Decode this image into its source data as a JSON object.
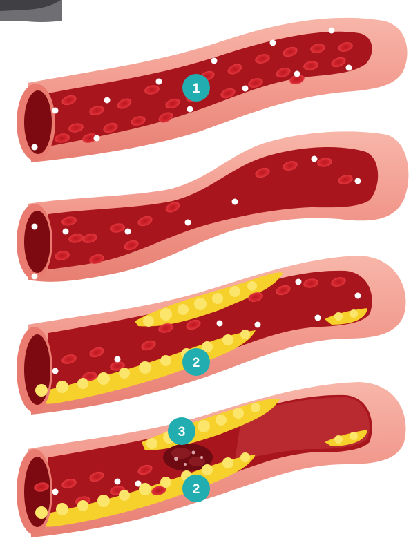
{
  "labels": {
    "badge_1": "1",
    "badge_2_top": "2",
    "badge_3": "3",
    "badge_2_bottom": "2"
  },
  "colors": {
    "outer_wall": "#f29a8e",
    "outer_wall_dark": "#e97b70",
    "lumen": "#a9151c",
    "lumen_dark": "#7d0a10",
    "rbc": "#d2232c",
    "rbc_highlight": "#e4434a",
    "wbc": "#ffffff",
    "plaque": "#f6d12b",
    "plaque_light": "#fbe56a",
    "badge": "#22adb0"
  },
  "vessels": [
    {
      "name": "healthy-artery"
    },
    {
      "name": "narrowed-artery"
    },
    {
      "name": "plaque-artery"
    },
    {
      "name": "clotted-artery"
    }
  ]
}
